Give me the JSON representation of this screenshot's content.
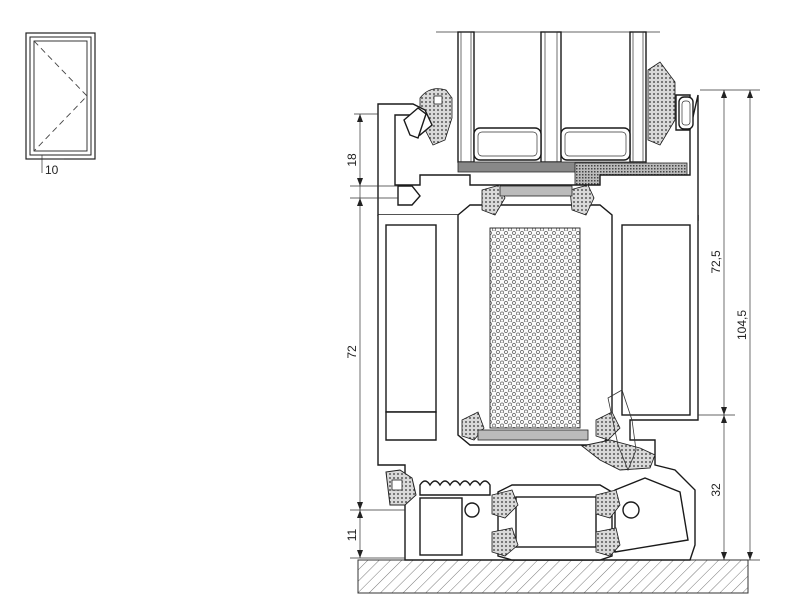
{
  "legend": {
    "dimension_label": "10"
  },
  "dimensions": {
    "left": [
      {
        "id": "dim-18",
        "label": "18"
      },
      {
        "id": "dim-72",
        "label": "72"
      },
      {
        "id": "dim-11",
        "label": "11"
      }
    ],
    "right": [
      {
        "id": "dim-72-5",
        "label": "72,5"
      },
      {
        "id": "dim-104-5",
        "label": "104,5"
      },
      {
        "id": "dim-32",
        "label": "32"
      }
    ]
  }
}
